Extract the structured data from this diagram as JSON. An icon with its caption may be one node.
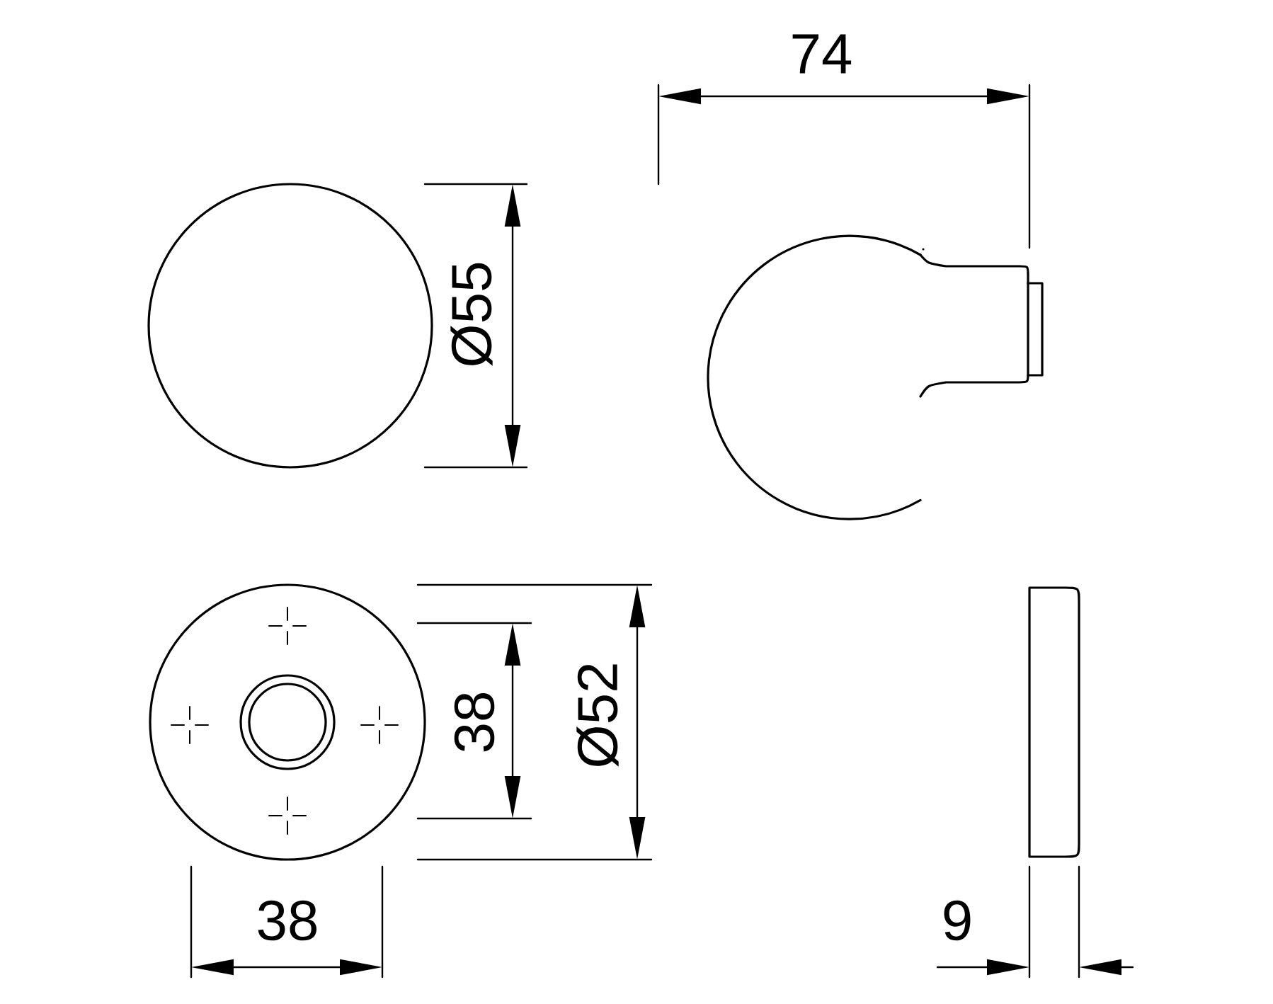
{
  "diagram": {
    "labels": [
      "74",
      "Ø55",
      "38",
      "Ø52",
      "38",
      "9"
    ]
  }
}
